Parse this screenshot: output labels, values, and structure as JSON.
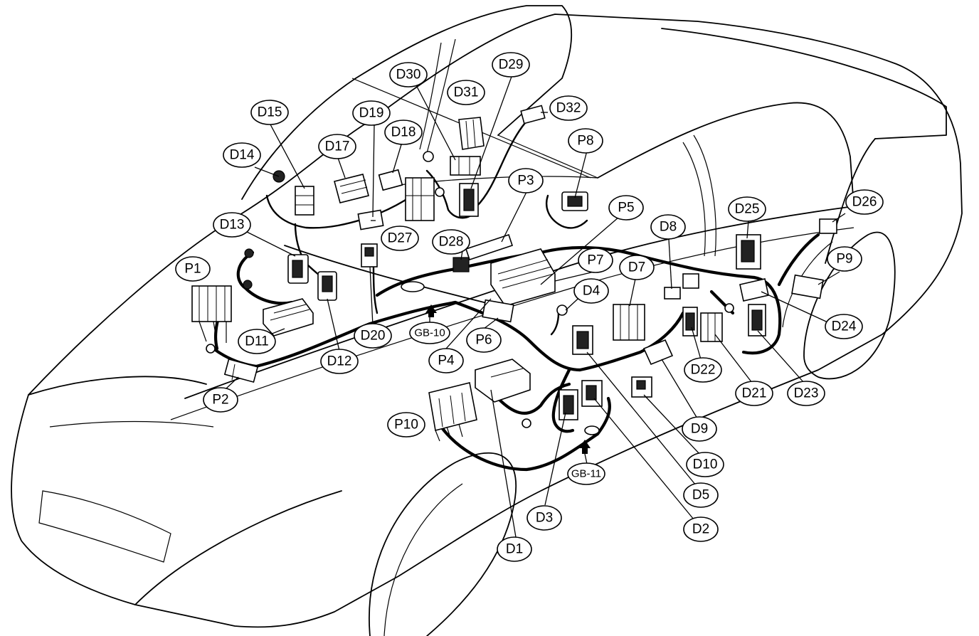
{
  "labels": {
    "D1": "D1",
    "D2": "D2",
    "D3": "D3",
    "D4": "D4",
    "D5": "D5",
    "D7": "D7",
    "D8": "D8",
    "D9": "D9",
    "D10": "D10",
    "D11": "D11",
    "D12": "D12",
    "D13": "D13",
    "D14": "D14",
    "D15": "D15",
    "D17": "D17",
    "D18": "D18",
    "D19": "D19",
    "D20": "D20",
    "D21": "D21",
    "D22": "D22",
    "D23": "D23",
    "D24": "D24",
    "D25": "D25",
    "D26": "D26",
    "D27": "D27",
    "D28": "D28",
    "D29": "D29",
    "D30": "D30",
    "D31": "D31",
    "D32": "D32",
    "P1": "P1",
    "P2": "P2",
    "P3": "P3",
    "P4": "P4",
    "P5": "P5",
    "P6": "P6",
    "P7": "P7",
    "P8": "P8",
    "P9": "P9",
    "P10": "P10",
    "GB10": "GB-10",
    "GB11": "GB-11"
  },
  "colors": {
    "line": "#000000",
    "background": "#ffffff"
  }
}
